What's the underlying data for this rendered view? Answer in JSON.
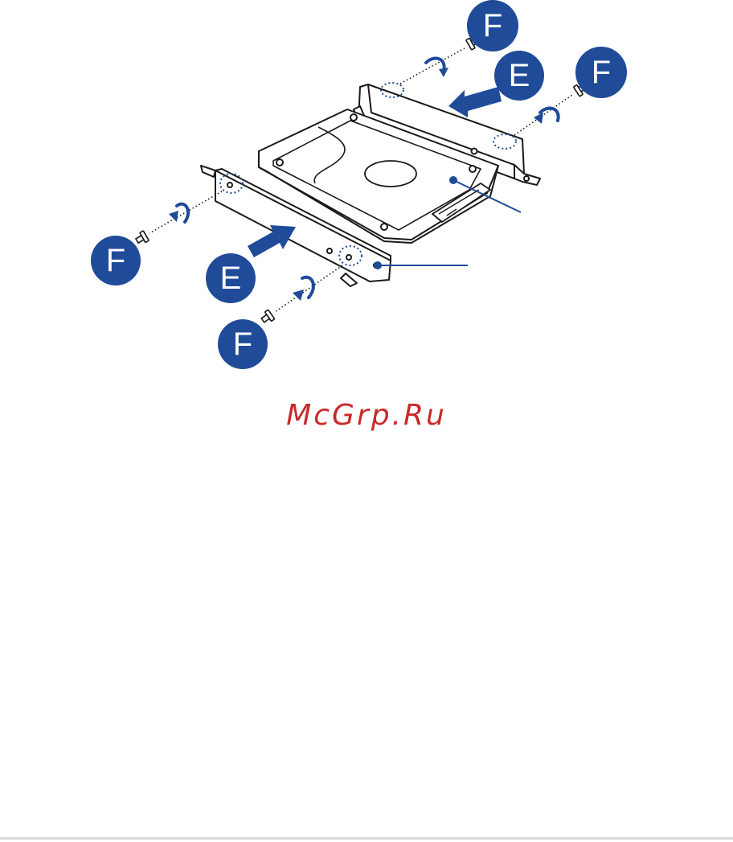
{
  "diagram": {
    "colors": {
      "badge": "#1f4b99",
      "arrow": "#1f4b99",
      "line": "#1a1a1a",
      "callout": "#1f4b99",
      "dotted": "#1f4b99",
      "watermark": "#c92a2a",
      "rule": "#d9d9d9"
    },
    "step_badges": [
      {
        "label": "F"
      },
      {
        "label": "E"
      },
      {
        "label": "F"
      },
      {
        "label": "F"
      },
      {
        "label": "E"
      },
      {
        "label": "F"
      }
    ]
  },
  "watermark": {
    "text": "McGrp.Ru"
  }
}
